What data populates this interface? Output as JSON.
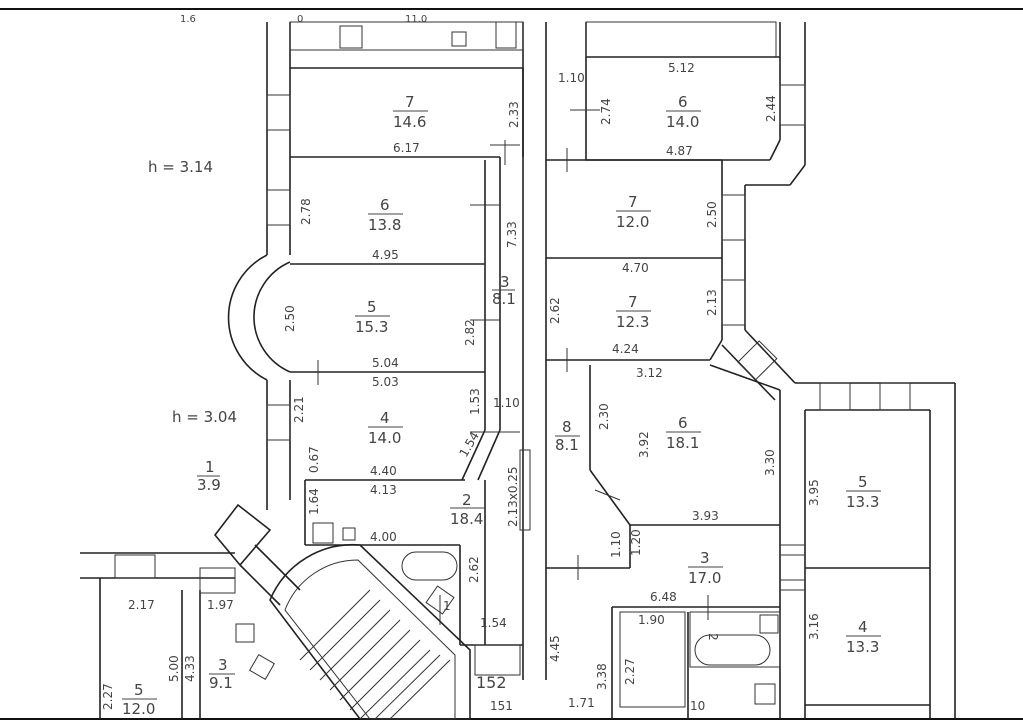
{
  "title_annotations": [
    {
      "id": "h1",
      "text": "h = 3.14"
    },
    {
      "id": "h2",
      "text": "h = 3.04"
    }
  ],
  "rooms": [
    {
      "id": "r7a",
      "num": "7",
      "area": "14.6"
    },
    {
      "id": "r6a",
      "num": "6",
      "area": "13.8"
    },
    {
      "id": "r5a",
      "num": "5",
      "area": "15.3"
    },
    {
      "id": "r4a",
      "num": "4",
      "area": "14.0"
    },
    {
      "id": "r3a",
      "num": "3",
      "area": "8.1"
    },
    {
      "id": "r2a",
      "num": "2",
      "area": "18.4"
    },
    {
      "id": "r1a",
      "num": "1",
      "area": "3.9"
    },
    {
      "id": "r6b",
      "num": "6",
      "area": "14.0"
    },
    {
      "id": "r7b",
      "num": "7",
      "area": "12.0"
    },
    {
      "id": "r7c",
      "num": "7",
      "area": "12.3"
    },
    {
      "id": "r8b",
      "num": "8",
      "area": "8.1"
    },
    {
      "id": "r6c",
      "num": "6",
      "area": "18.1"
    },
    {
      "id": "r3b",
      "num": "3",
      "area": "17.0"
    },
    {
      "id": "r5c",
      "num": "5",
      "area": "13.3"
    },
    {
      "id": "r4c",
      "num": "4",
      "area": "13.3"
    },
    {
      "id": "r3c",
      "num": "3",
      "area": "9.1"
    },
    {
      "id": "r5d",
      "num": "5",
      "area": "12.0"
    }
  ],
  "dimensions": [
    "6.17",
    "4.95",
    "5.04",
    "5.03",
    "4.40",
    "4.13",
    "4.00",
    "2.33",
    "2.78",
    "7.33",
    "2.50",
    "2.82",
    "2.21",
    "1.53",
    "1.10",
    "1.54",
    "0.67",
    "1.64",
    "2.13x0.25",
    "2.62",
    "1.54",
    "1",
    "1.10",
    "2.74",
    "5.12",
    "2.44",
    "4.87",
    "2.50",
    "4.70",
    "2.62",
    "2.13",
    "4.24",
    "3.12",
    "2.30",
    "3.92",
    "3.30",
    "3.93",
    "1.10",
    "1.20",
    "6.48",
    "1.90",
    "2",
    "2.27",
    "3.38",
    "4.45",
    "1.71",
    "10",
    "152",
    "151",
    "3.95",
    "3.16",
    "2.17",
    "1.97",
    "4.33",
    "5.00",
    "2.27"
  ],
  "top_cut_labels": [
    "1.6",
    "11.0",
    "0"
  ]
}
